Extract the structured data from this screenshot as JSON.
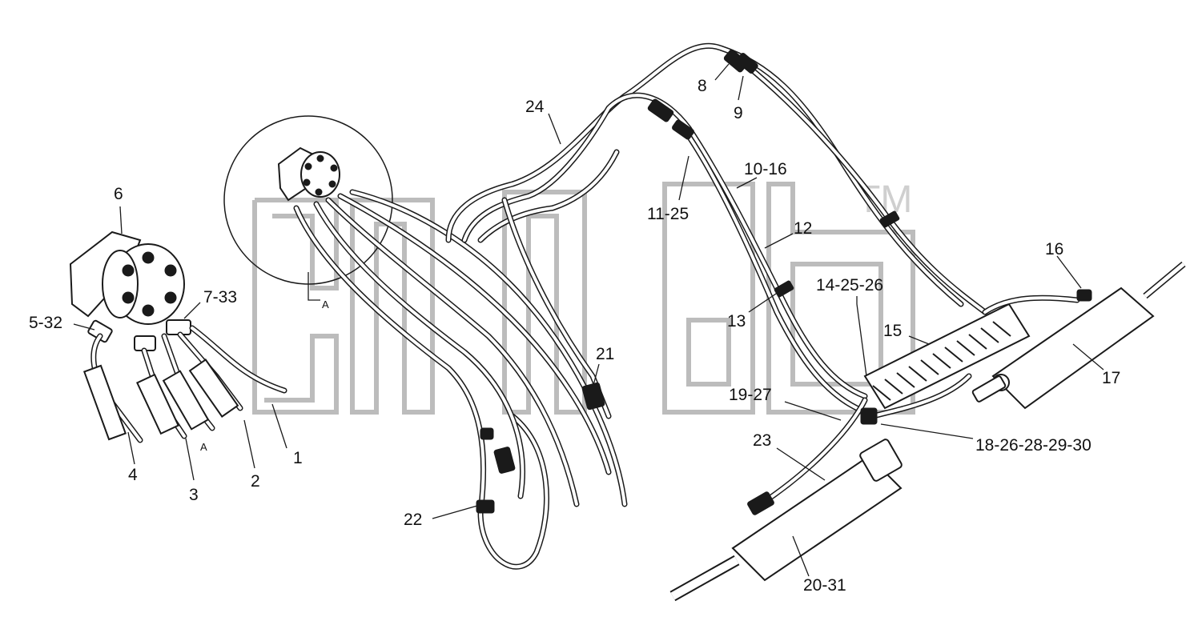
{
  "callouts": {
    "c1": "1",
    "c2": "2",
    "c3": "3",
    "c4": "4",
    "c5_32": "5-32",
    "c6": "6",
    "c7_33": "7-33",
    "c8": "8",
    "c9": "9",
    "c10_16": "10-16",
    "c11_25": "11-25",
    "c12": "12",
    "c13": "13",
    "c14_25_26": "14-25-26",
    "c15": "15",
    "c16": "16",
    "c17": "17",
    "c18_26_28_29_30": "18-26-28-29-30",
    "c19_27": "19-27",
    "c20_31": "20-31",
    "c21": "21",
    "c22": "22",
    "c23": "23",
    "c24": "24"
  },
  "view_markers": {
    "detail_ref": "A",
    "section_label": "A"
  },
  "watermark": {
    "tm": "TM"
  },
  "colors": {
    "line": "#1a1a1a",
    "watermark": "#bcbcbc",
    "background": "#ffffff"
  }
}
